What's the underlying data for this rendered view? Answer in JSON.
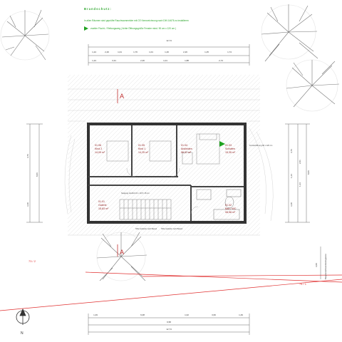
{
  "notes": {
    "title": "Brandschutz:",
    "line1": "In allen Räumen sind geprüfte Rauchwarnmelder mit CE Kennzeichnung nach DIN 14676 zu installieren",
    "line2": "zweiter Flucht- / Rettungsweg ( lichte Öffnungsgröße Fenster mind. 90 cm x 120 cm )"
  },
  "rooms": [
    {
      "id": "01.06",
      "name": "Kind 2",
      "area": "14,09 m²"
    },
    {
      "id": "01.05",
      "name": "Kind 1",
      "area": "14,25 m²"
    },
    {
      "id": "01.04",
      "name": "Ankleiden",
      "area": "06,37 m²"
    },
    {
      "id": "01.03",
      "name": "Schlafen",
      "area": "15,35 m²"
    },
    {
      "id": "01.01",
      "name": "Galerie",
      "area": "15,83 m²"
    },
    {
      "id": "01.02",
      "name": "Bad / WC",
      "area": "08,58 m²"
    }
  ],
  "section_marks": [
    "A",
    "A"
  ],
  "north": "N",
  "dims_top_total": "12,74",
  "dims_top": [
    "1,24",
    "2,26",
    "1,01",
    "1,76",
    "1,01",
    "1,26",
    "2,26",
    "1,25",
    "1,74"
  ],
  "dims_top2": [
    "1,24",
    "3,31",
    "2,36",
    "1,01",
    "1,88",
    "2,74"
  ],
  "dims_bottom": [
    "1,49",
    "6,08",
    "1,02",
    "3,60",
    "1,49"
  ],
  "dims_bottom_totals": [
    "9,58",
    "12,74"
  ],
  "dims_right": [
    "4,76",
    "1,24",
    "2,01",
    "1,24",
    "3,40"
  ],
  "dims_right_total": "8,06",
  "dims_left": [
    "4,76",
    "3,40"
  ],
  "dims_left_total": "8,06",
  "small_labels": {
    "stair": "Steigung /Auftritt 16 x 19,5 / 25 cm",
    "fence1": "Höhe Geländer nach Bauteil",
    "fence2": "Höhe Geländer nach Bauteil",
    "window": "Fensteröffnung 90 x 120 cm",
    "boundary_left": "73 / 2",
    "boundary_right": "74 / 1",
    "boundary_text": "Baugrenze/Grundstücksgrenze",
    "boundary_dim": "3,00"
  }
}
